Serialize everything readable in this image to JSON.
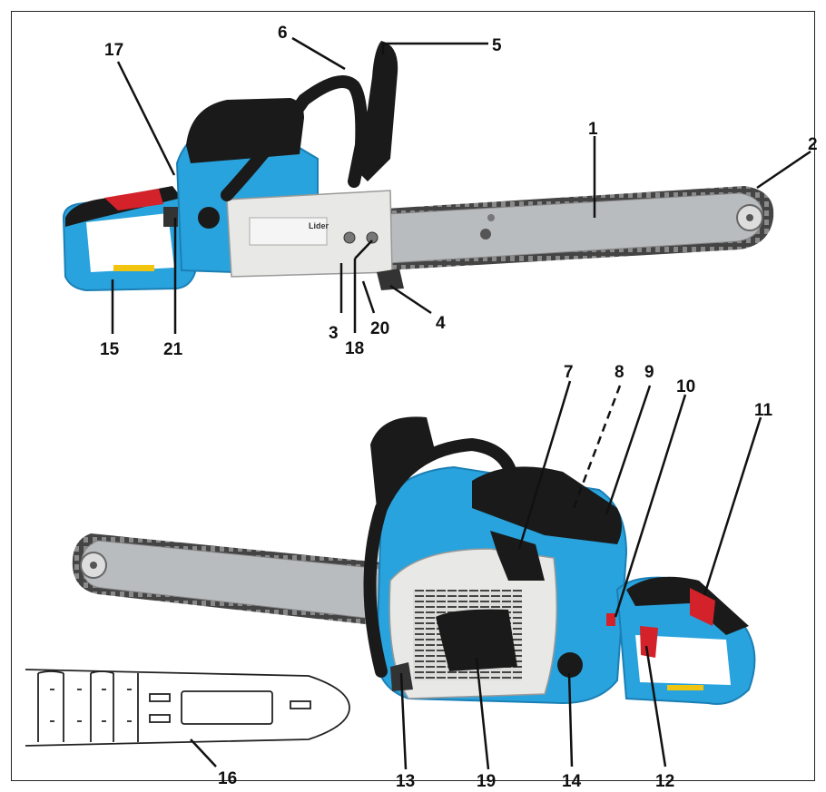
{
  "figure": {
    "brand_label": "Lider",
    "callouts": [
      {
        "id": "1",
        "label": "1"
      },
      {
        "id": "2",
        "label": "2"
      },
      {
        "id": "3",
        "label": "3"
      },
      {
        "id": "4",
        "label": "4"
      },
      {
        "id": "5",
        "label": "5"
      },
      {
        "id": "6",
        "label": "6"
      },
      {
        "id": "7",
        "label": "7"
      },
      {
        "id": "8",
        "label": "8"
      },
      {
        "id": "9",
        "label": "9"
      },
      {
        "id": "10",
        "label": "10"
      },
      {
        "id": "11",
        "label": "11"
      },
      {
        "id": "12",
        "label": "12"
      },
      {
        "id": "13",
        "label": "13"
      },
      {
        "id": "14",
        "label": "14"
      },
      {
        "id": "15",
        "label": "15"
      },
      {
        "id": "16",
        "label": "16"
      },
      {
        "id": "17",
        "label": "17"
      },
      {
        "id": "18",
        "label": "18"
      },
      {
        "id": "19",
        "label": "19"
      },
      {
        "id": "20",
        "label": "20"
      },
      {
        "id": "21",
        "label": "21"
      }
    ],
    "colors": {
      "body_blue": "#29a3dd",
      "dark_blue": "#1b7fb5",
      "cover_black": "#1a1a1a",
      "bar_gray": "#b9bcbf",
      "cover_white": "#e8e8e6",
      "grip_red": "#d4222a",
      "chain": "#3a3a3a"
    }
  }
}
